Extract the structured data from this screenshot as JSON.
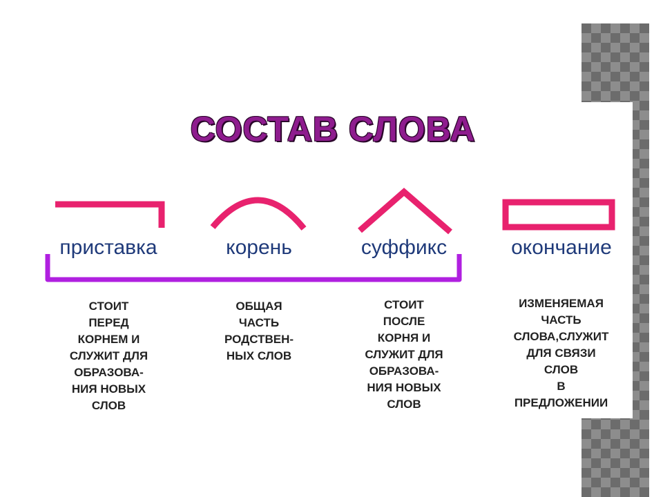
{
  "title": "СОСТАВ СЛОВА",
  "colors": {
    "marker": "#e8226e",
    "bracket": "#b020e0",
    "title": "#8e1c8e",
    "label": "#1f3a7a"
  },
  "parts": [
    {
      "label": "приставка",
      "symbol": "prefix-symbol",
      "description": "СТОИТ\nПЕРЕД\nКОРНЕМ И\nСЛУЖИТ ДЛЯ\nОБРАЗОВА-\nНИЯ НОВЫХ\nСЛОВ"
    },
    {
      "label": "корень",
      "symbol": "root-arc-symbol",
      "description": "ОБЩАЯ\nЧАСТЬ\nРОДСТВЕН-\nНЫХ СЛОВ"
    },
    {
      "label": "суффикс",
      "symbol": "suffix-caret-symbol",
      "description": "СТОИТ\nПОСЛЕ\nКОРНЯ И\nСЛУЖИТ ДЛЯ\nОБРАЗОВА-\nНИЯ НОВЫХ\nСЛОВ"
    },
    {
      "label": "окончание",
      "symbol": "ending-box-symbol",
      "description": "ИЗМЕНЯЕМАЯ\nЧАСТЬ\nСЛОВА,СЛУЖИТ\nДЛЯ СВЯЗИ\nСЛОВ\nВ\nПРЕДЛОЖЕНИИ"
    }
  ]
}
